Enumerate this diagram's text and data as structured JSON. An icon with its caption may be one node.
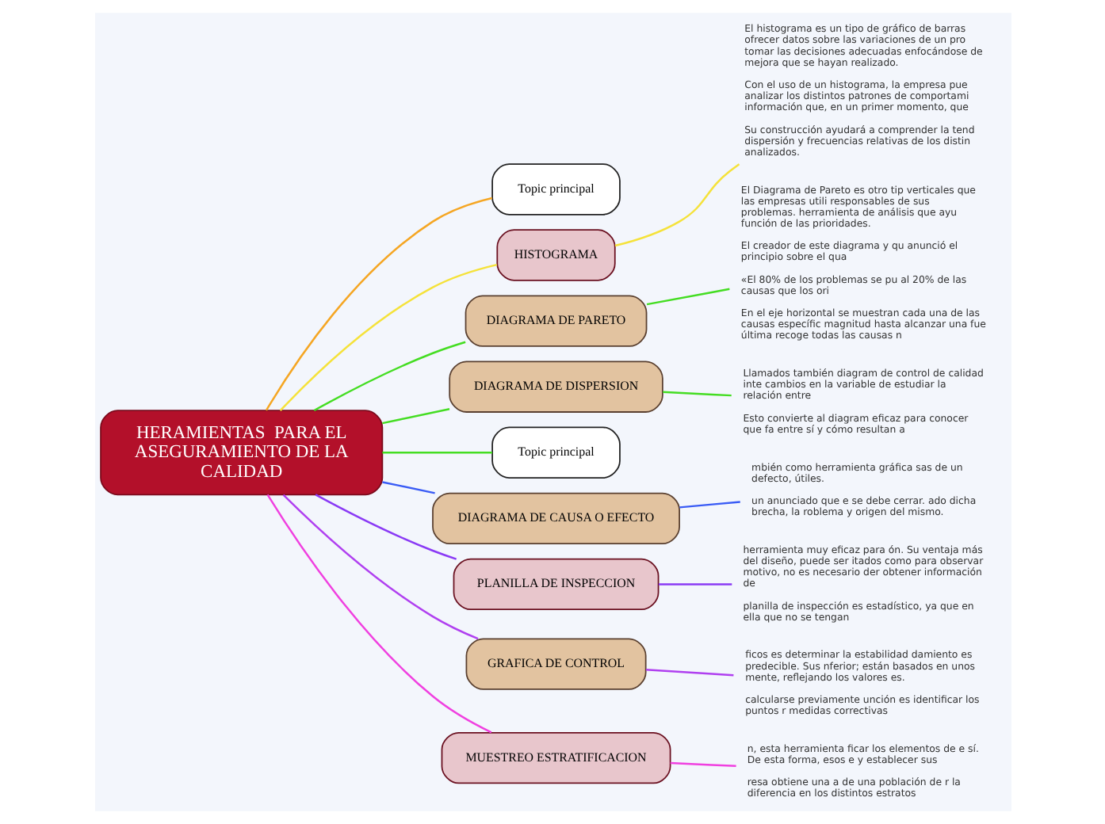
{
  "diagram": {
    "nodes": [
      {
        "text": [
          "HERAMIENTAS  PARA EL ASEGURAMIENTO DE LA CALIDAD"
        ]
      },
      {
        "text": [
          "Topic principal"
        ]
      },
      {
        "text": [
          "HISTOGRAMA"
        ]
      },
      {
        "text": [
          "DIAGRAMA DE PARETO"
        ]
      },
      {
        "text": [
          "DIAGRAMA DE DISPERSION"
        ]
      },
      {
        "text": [
          "Topic principal"
        ]
      },
      {
        "text": [
          "DIAGRAMA DE CAUSA O EFECTO"
        ]
      },
      {
        "text": [
          "PLANILLA DE INSPECCION"
        ]
      },
      {
        "text": [
          "GRAFICA DE CONTROL"
        ]
      },
      {
        "text": [
          "MUESTREO ESTRATIFICACION"
        ]
      },
      {
        "text": [
          "El histograma es un tipo de gráfico de barras ofrecer datos sobre las variaciones de un pro tomar las decisiones adecuadas enfocándose de mejora que se hayan realizado.",
          "Con el uso de un histograma, la empresa pue analizar los distintos patrones de comportami información que, en un primer momento, que",
          "Su construcción ayudará a comprender la tend dispersión y frecuencias relativas de los distin analizados."
        ]
      },
      {
        "text": [
          "El Diagrama de Pareto es otro tip verticales que las empresas utili responsables de sus problemas. herramienta de análisis que ayu función de las prioridades.",
          "El creador de este diagrama y qu anunció el principio sobre el qua",
          "«El 80% de los problemas se pu al 20% de las causas que los ori",
          "En el eje horizontal se muestran cada una de las causas específic magnitud hasta alcanzar una fue última recoge todas las causas n"
        ]
      },
      {
        "text": [
          "Llamados también diagram de control de calidad inte cambios en la variable de estudiar la relación entre",
          "Esto convierte al diagram eficaz para conocer que fa entre sí y cómo resultan a"
        ]
      },
      {
        "text": [
          "mbién como herramienta gráfica sas de un defecto, útiles.",
          "un anunciado que e se debe cerrar. ado dicha brecha, la roblema y origen del mismo."
        ]
      },
      {
        "text": [
          "herramienta muy eficaz para ón. Su ventaja más del diseño, puede ser itados como para observar motivo, no es necesario der obtener información de",
          "planilla de inspección es estadístico, ya que en ella que no se tengan"
        ]
      },
      {
        "text": [
          "ficos es determinar la estabilidad damiento es predecible. Sus nferior; están basados en unos mente, reflejando los valores es.",
          "calcularse previamente unción es identificar los puntos r medidas correctivas"
        ]
      },
      {
        "text": [
          "n, esta herramienta ficar los elementos de e sí. De esta forma, esos e y establecer sus",
          "resa obtiene una a de una población de r la diferencia en los distintos estratos"
        ]
      }
    ],
    "edges": [
      {
        "from": 0,
        "to": 1,
        "arrow": "none",
        "color": "#f5a623"
      },
      {
        "from": 0,
        "to": 2,
        "arrow": "none",
        "color": "#f5e23a"
      },
      {
        "from": 0,
        "to": 3,
        "arrow": "none"
      },
      {
        "from": 0,
        "to": 4,
        "arrow": "none"
      },
      {
        "from": 0,
        "to": 5,
        "arrow": "none"
      },
      {
        "from": 0,
        "to": 6,
        "arrow": "none",
        "color": "#3a5cf5"
      },
      {
        "from": 0,
        "to": 7,
        "arrow": "none",
        "color": "#8a3af5"
      },
      {
        "from": 0,
        "to": 8,
        "arrow": "none",
        "color": "#b040f0"
      },
      {
        "from": 0,
        "to": 9,
        "arrow": "none",
        "color": "#f040e0"
      },
      {
        "from": 2,
        "to": 10,
        "arrow": "none",
        "color": "#f5e23a"
      },
      {
        "from": 3,
        "to": 11,
        "arrow": "none"
      },
      {
        "from": 4,
        "to": 12,
        "arrow": "none"
      },
      {
        "from": 6,
        "to": 13,
        "arrow": "none",
        "color": "#3a5cf5"
      },
      {
        "from": 7,
        "to": 14,
        "arrow": "none",
        "color": "#8a3af5"
      },
      {
        "from": 8,
        "to": 15,
        "arrow": "none",
        "color": "#b040f0"
      },
      {
        "from": 9,
        "to": 16,
        "arrow": "none",
        "color": "#f040e0"
      }
    ]
  }
}
